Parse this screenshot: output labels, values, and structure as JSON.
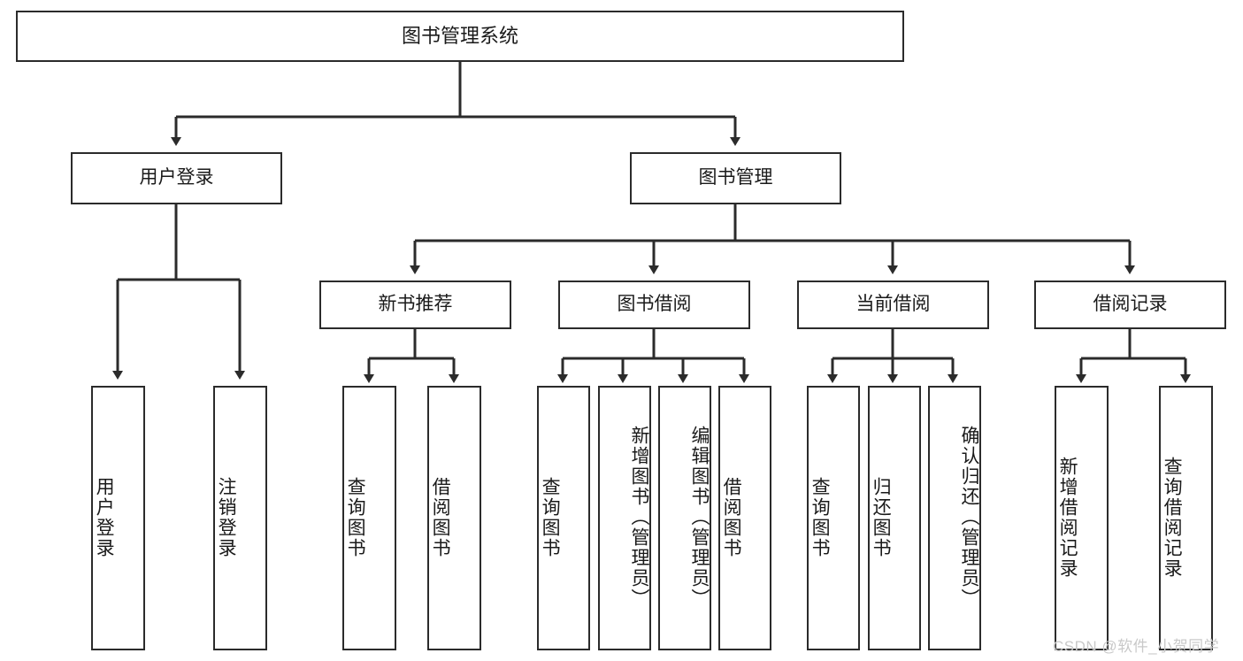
{
  "diagram": {
    "type": "tree",
    "title": "图书管理系统",
    "root": {
      "label": "图书管理系统"
    },
    "level1": [
      {
        "label": "用户登录"
      },
      {
        "label": "图书管理"
      }
    ],
    "level2": [
      {
        "label": "新书推荐"
      },
      {
        "label": "图书借阅"
      },
      {
        "label": "当前借阅"
      },
      {
        "label": "借阅记录"
      }
    ],
    "leaves": {
      "user_login": [
        {
          "label": "用户登录"
        },
        {
          "label": "注销登录"
        }
      ],
      "new_book_recommend": [
        {
          "label": "查询图书"
        },
        {
          "label": "借阅图书"
        }
      ],
      "book_borrow": [
        {
          "label": "查询图书"
        },
        {
          "label": "新增图书（管理员）"
        },
        {
          "label": "编辑图书（管理员）"
        },
        {
          "label": "借阅图书"
        }
      ],
      "current_borrow": [
        {
          "label": "查询图书"
        },
        {
          "label": "归还图书"
        },
        {
          "label": "确认归还（管理员）"
        }
      ],
      "borrow_record": [
        {
          "label": "新增借阅记录"
        },
        {
          "label": "查询借阅记录"
        }
      ]
    }
  },
  "watermark": {
    "text": "CSDN @软件_小贺同学"
  },
  "colors": {
    "stroke": "#2b2b2b",
    "box_fill": "#ffffff",
    "text": "#1a1a1a",
    "watermark": "#c9c9c9",
    "background": "#ffffff"
  }
}
